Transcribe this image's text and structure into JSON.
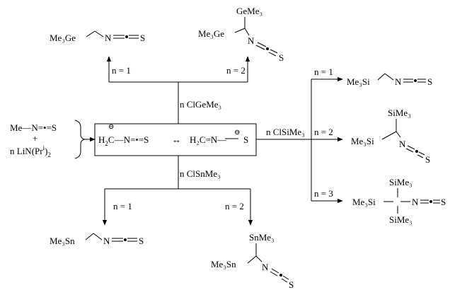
{
  "reactants": {
    "line1": "Me—N=•=S",
    "plus": "+",
    "line2_main": "n LiN(Pr",
    "line2_sup": "i",
    "line2_close": ")",
    "line2_sub": "2"
  },
  "anion": {
    "left_h": "H",
    "left_sub": "2",
    "left_c": "C",
    "left_tail": "—N=•=S",
    "resonance": "↔",
    "right": "H₂C=N—",
    "right_s": "S",
    "minus": "⊖"
  },
  "reagents": {
    "ge": "n ClGeMe₃",
    "sn": "n ClSnMe₃",
    "si": "n ClSiMe₃"
  },
  "steps": {
    "ge_n1": "n = 1",
    "ge_n2": "n = 2",
    "sn_n1": "n = 1",
    "sn_n2": "n = 2",
    "si_n1": "n = 1",
    "si_n2": "n = 2",
    "si_n3": "n = 3"
  },
  "products": {
    "ge1": {
      "m": "Me₃Ge",
      "n": "N",
      "s": "S"
    },
    "ge2": {
      "top": "GeMe₃",
      "m": "Me₃Ge",
      "n": "N",
      "s": "S"
    },
    "si1": {
      "m": "Me₃Si",
      "n": "N",
      "s": "S"
    },
    "si2": {
      "top": "SiMe₃",
      "m": "Me₃Si",
      "n": "N",
      "s": "S"
    },
    "si3": {
      "top": "SiMe₃",
      "m": "Me₃Si",
      "n": "N",
      "bottom": "SiMe₃",
      "s": "S"
    },
    "sn1": {
      "m": "Me₃Sn",
      "n": "N",
      "s": "S"
    },
    "sn2": {
      "top": "SnMe₃",
      "m": "Me₃Sn",
      "n": "N",
      "s": "S"
    }
  }
}
